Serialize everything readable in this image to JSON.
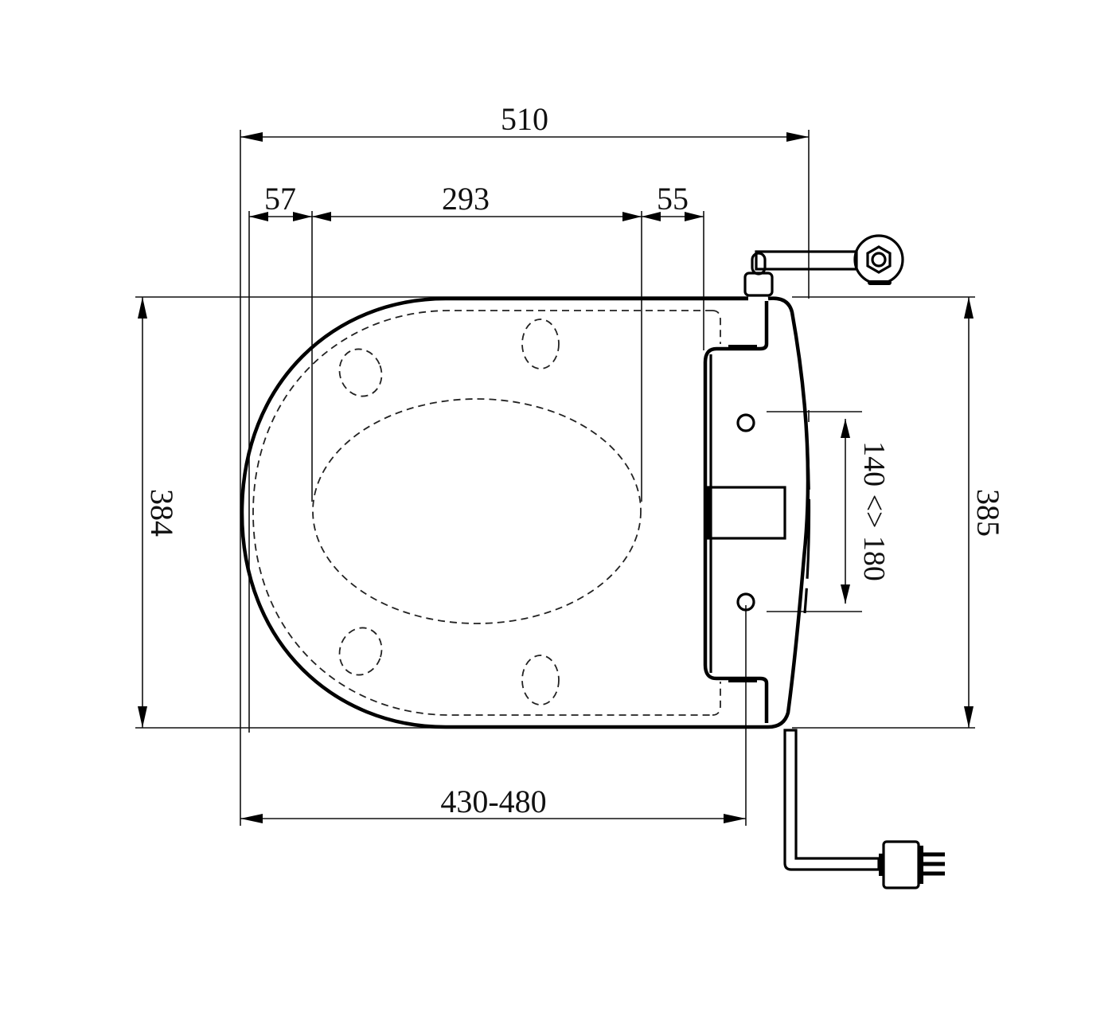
{
  "drawing": {
    "subject": "Smart toilet seat top view with dimensions",
    "colors": {
      "line": "#000000",
      "background": "#ffffff"
    },
    "units": "mm"
  },
  "dimensions": {
    "overall_width": "510",
    "front_margin": "57",
    "inner_opening_width": "293",
    "rear_margin": "55",
    "left_height": "384",
    "right_height": "385",
    "fixing_hole_spacing": "140 <> 180",
    "seat_length_range": "430-480"
  },
  "components": [
    {
      "name": "seat-lid-outline"
    },
    {
      "name": "inner-opening-dashed"
    },
    {
      "name": "bumper-pads",
      "count": 4
    },
    {
      "name": "hinge-body"
    },
    {
      "name": "fixing-holes",
      "count": 2
    },
    {
      "name": "water-inlet-hose"
    },
    {
      "name": "power-cord-plug"
    }
  ]
}
